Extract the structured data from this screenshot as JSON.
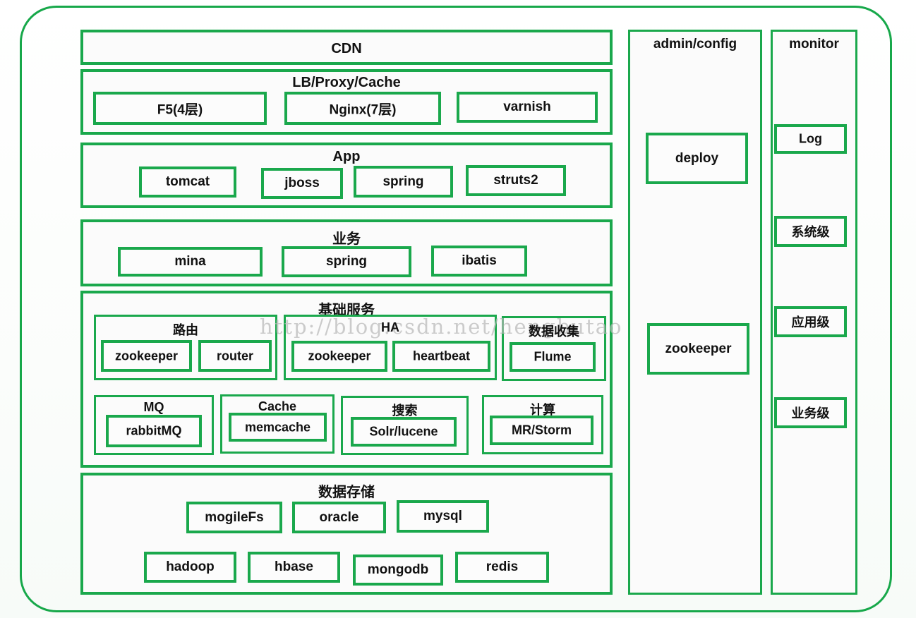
{
  "watermark": "http://blog.csdn.net/hengbutao",
  "colors": {
    "border": "#1aa84c",
    "shell": "#17a84a",
    "text": "#111111",
    "panel": "#fbfbfb",
    "watermark": "#b9b9b9"
  },
  "main_stack": {
    "cdn": {
      "title": "CDN"
    },
    "lb": {
      "title": "LB/Proxy/Cache",
      "items": [
        {
          "label": "F5(4层)"
        },
        {
          "label": "Nginx(7层)"
        },
        {
          "label": "varnish"
        }
      ]
    },
    "app": {
      "title": "App",
      "items": [
        {
          "label": "tomcat"
        },
        {
          "label": "jboss"
        },
        {
          "label": "spring"
        },
        {
          "label": "struts2"
        }
      ]
    },
    "business": {
      "title": "业务",
      "items": [
        {
          "label": "mina"
        },
        {
          "label": "spring"
        },
        {
          "label": "ibatis"
        }
      ]
    },
    "basic_service": {
      "title": "基础服务",
      "groups_row1": [
        {
          "title": "路由",
          "items": [
            {
              "label": "zookeeper"
            },
            {
              "label": "router"
            }
          ]
        },
        {
          "title": "HA",
          "items": [
            {
              "label": "zookeeper"
            },
            {
              "label": "heartbeat"
            }
          ]
        },
        {
          "title": "数据收集",
          "items": [
            {
              "label": "Flume"
            }
          ]
        }
      ],
      "groups_row2": [
        {
          "title": "MQ",
          "items": [
            {
              "label": "rabbitMQ"
            }
          ]
        },
        {
          "title": "Cache",
          "items": [
            {
              "label": "memcache"
            }
          ]
        },
        {
          "title": "搜索",
          "items": [
            {
              "label": "Solr/lucene"
            }
          ]
        },
        {
          "title": "计算",
          "items": [
            {
              "label": "MR/Storm"
            }
          ]
        }
      ]
    },
    "storage": {
      "title": "数据存储",
      "row1": [
        {
          "label": "mogileFs"
        },
        {
          "label": "oracle"
        },
        {
          "label": "mysql"
        }
      ],
      "row2": [
        {
          "label": "hadoop"
        },
        {
          "label": "hbase"
        },
        {
          "label": "mongodb"
        },
        {
          "label": "redis"
        }
      ]
    }
  },
  "admin_column": {
    "title": "admin/config",
    "items": [
      {
        "label": "deploy"
      },
      {
        "label": "zookeeper"
      }
    ]
  },
  "monitor_column": {
    "title": "monitor",
    "items": [
      {
        "label": "Log"
      },
      {
        "label": "系统级"
      },
      {
        "label": "应用级"
      },
      {
        "label": "业务级"
      }
    ]
  }
}
